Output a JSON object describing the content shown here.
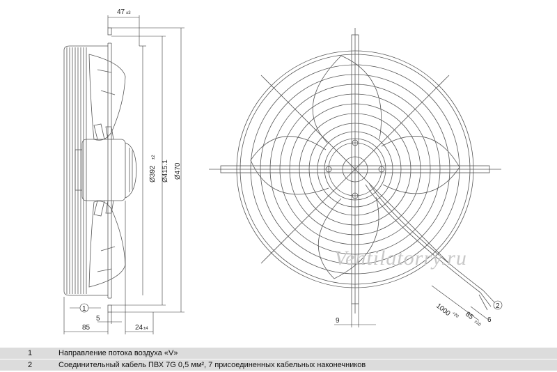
{
  "side_view": {
    "dims": {
      "top_offset": "47",
      "top_offset_tol": "±3",
      "d1": "Ø392",
      "d1_tol": "±2",
      "d2": "Ø415.1",
      "d3": "Ø470",
      "bottom_left": "85",
      "bottom_mid": "5",
      "bottom_right": "24",
      "bottom_right_tol": "±4"
    },
    "callout": "1"
  },
  "front_view": {
    "dims": {
      "bottom": "9",
      "cable_length": "1000",
      "cable_length_tol": "+20",
      "strip": "85",
      "strip_tol": "±10",
      "end": "6"
    },
    "callout": "2",
    "watermark": "Ventilatorry.ru"
  },
  "legend": [
    {
      "num": "1",
      "text": "Направление потока воздуха «V»"
    },
    {
      "num": "2",
      "text": "Соединительный кабель ПВХ 7G 0,5 мм², 7 присоединенных кабельных наконечников"
    }
  ]
}
